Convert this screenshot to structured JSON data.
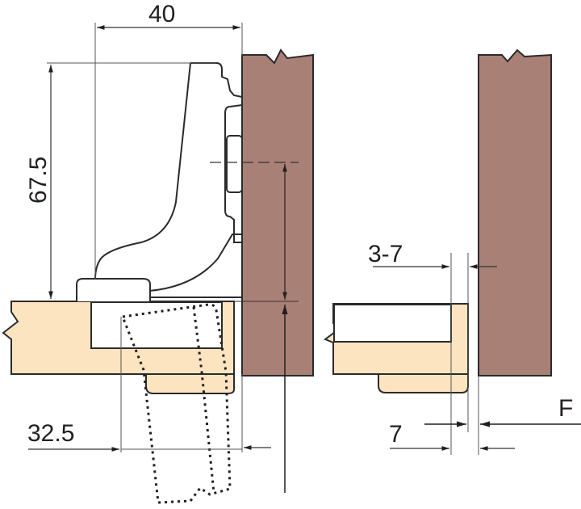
{
  "colors": {
    "cabinet_wall": "#a98076",
    "door_wood": "#fde4c0",
    "outline": "#2b2b2b",
    "dim_line": "#333333",
    "background": "#ffffff"
  },
  "left_view": {
    "dimensions": {
      "cup_width": "40",
      "hinge_height": "67.5",
      "cup_distance": "32.5"
    }
  },
  "right_view": {
    "dimensions": {
      "gap_range": "3-7",
      "overlay": "7",
      "overlay_label": "F"
    }
  }
}
